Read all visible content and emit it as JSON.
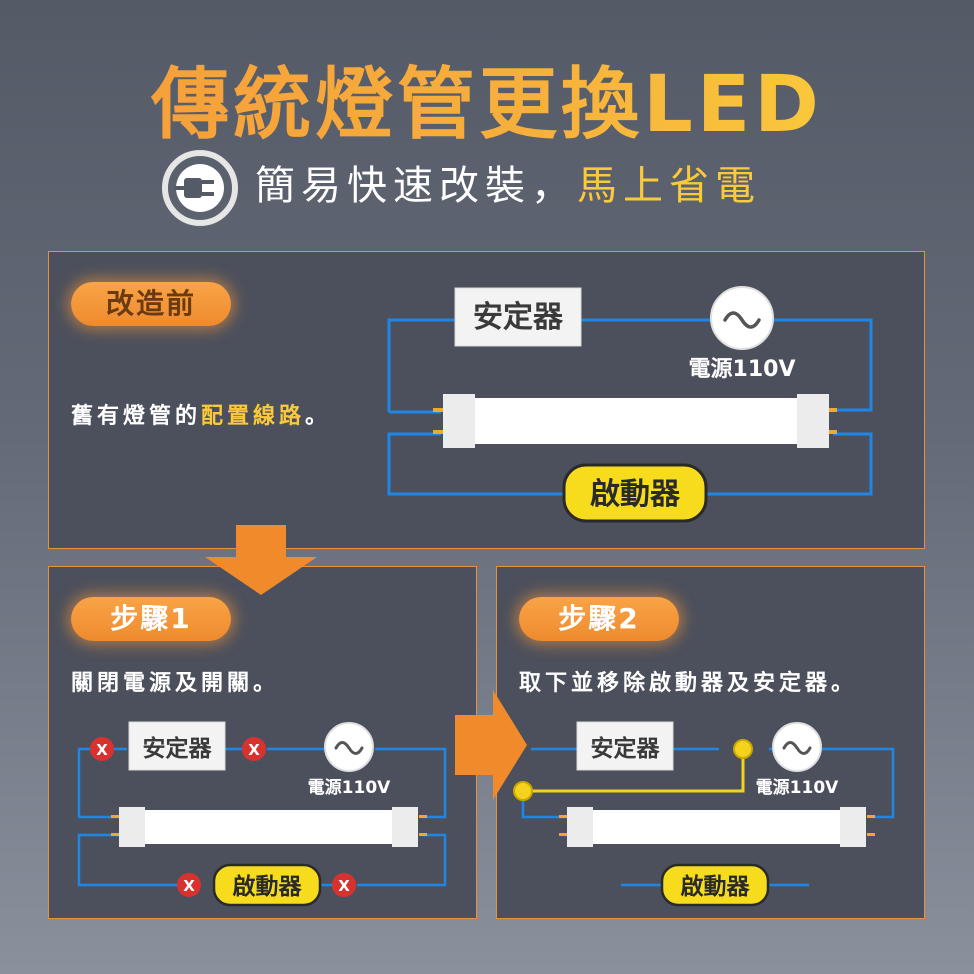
{
  "header": {
    "title": "傳統燈管更換LED",
    "subtitle_main": "簡易快速改裝，",
    "subtitle_highlight": "馬上省電"
  },
  "colors": {
    "accent_orange": "#ef8a2e",
    "highlight_yellow": "#fbc93a",
    "wire_blue": "#1f86e6",
    "wire_yellow": "#f5d21e",
    "x_red": "#d8322f"
  },
  "icons": {
    "plug": "plug-icon",
    "remove": "x-mark-icon",
    "ac_source": "ac-wave-icon"
  },
  "before": {
    "pill": "改造前",
    "desc_prefix": "舊有燈管的",
    "desc_highlight": "配置線路",
    "desc_suffix": "。",
    "ballast": "安定器",
    "power": "電源110V",
    "starter": "啟動器"
  },
  "step1": {
    "pill": "步驟1",
    "desc": "關閉電源及開關。",
    "ballast": "安定器",
    "power": "電源110V",
    "starter": "啟動器",
    "x_label": "X"
  },
  "step2": {
    "pill": "步驟2",
    "desc": "取下並移除啟動器及安定器。",
    "ballast": "安定器",
    "power": "電源110V",
    "starter": "啟動器"
  }
}
